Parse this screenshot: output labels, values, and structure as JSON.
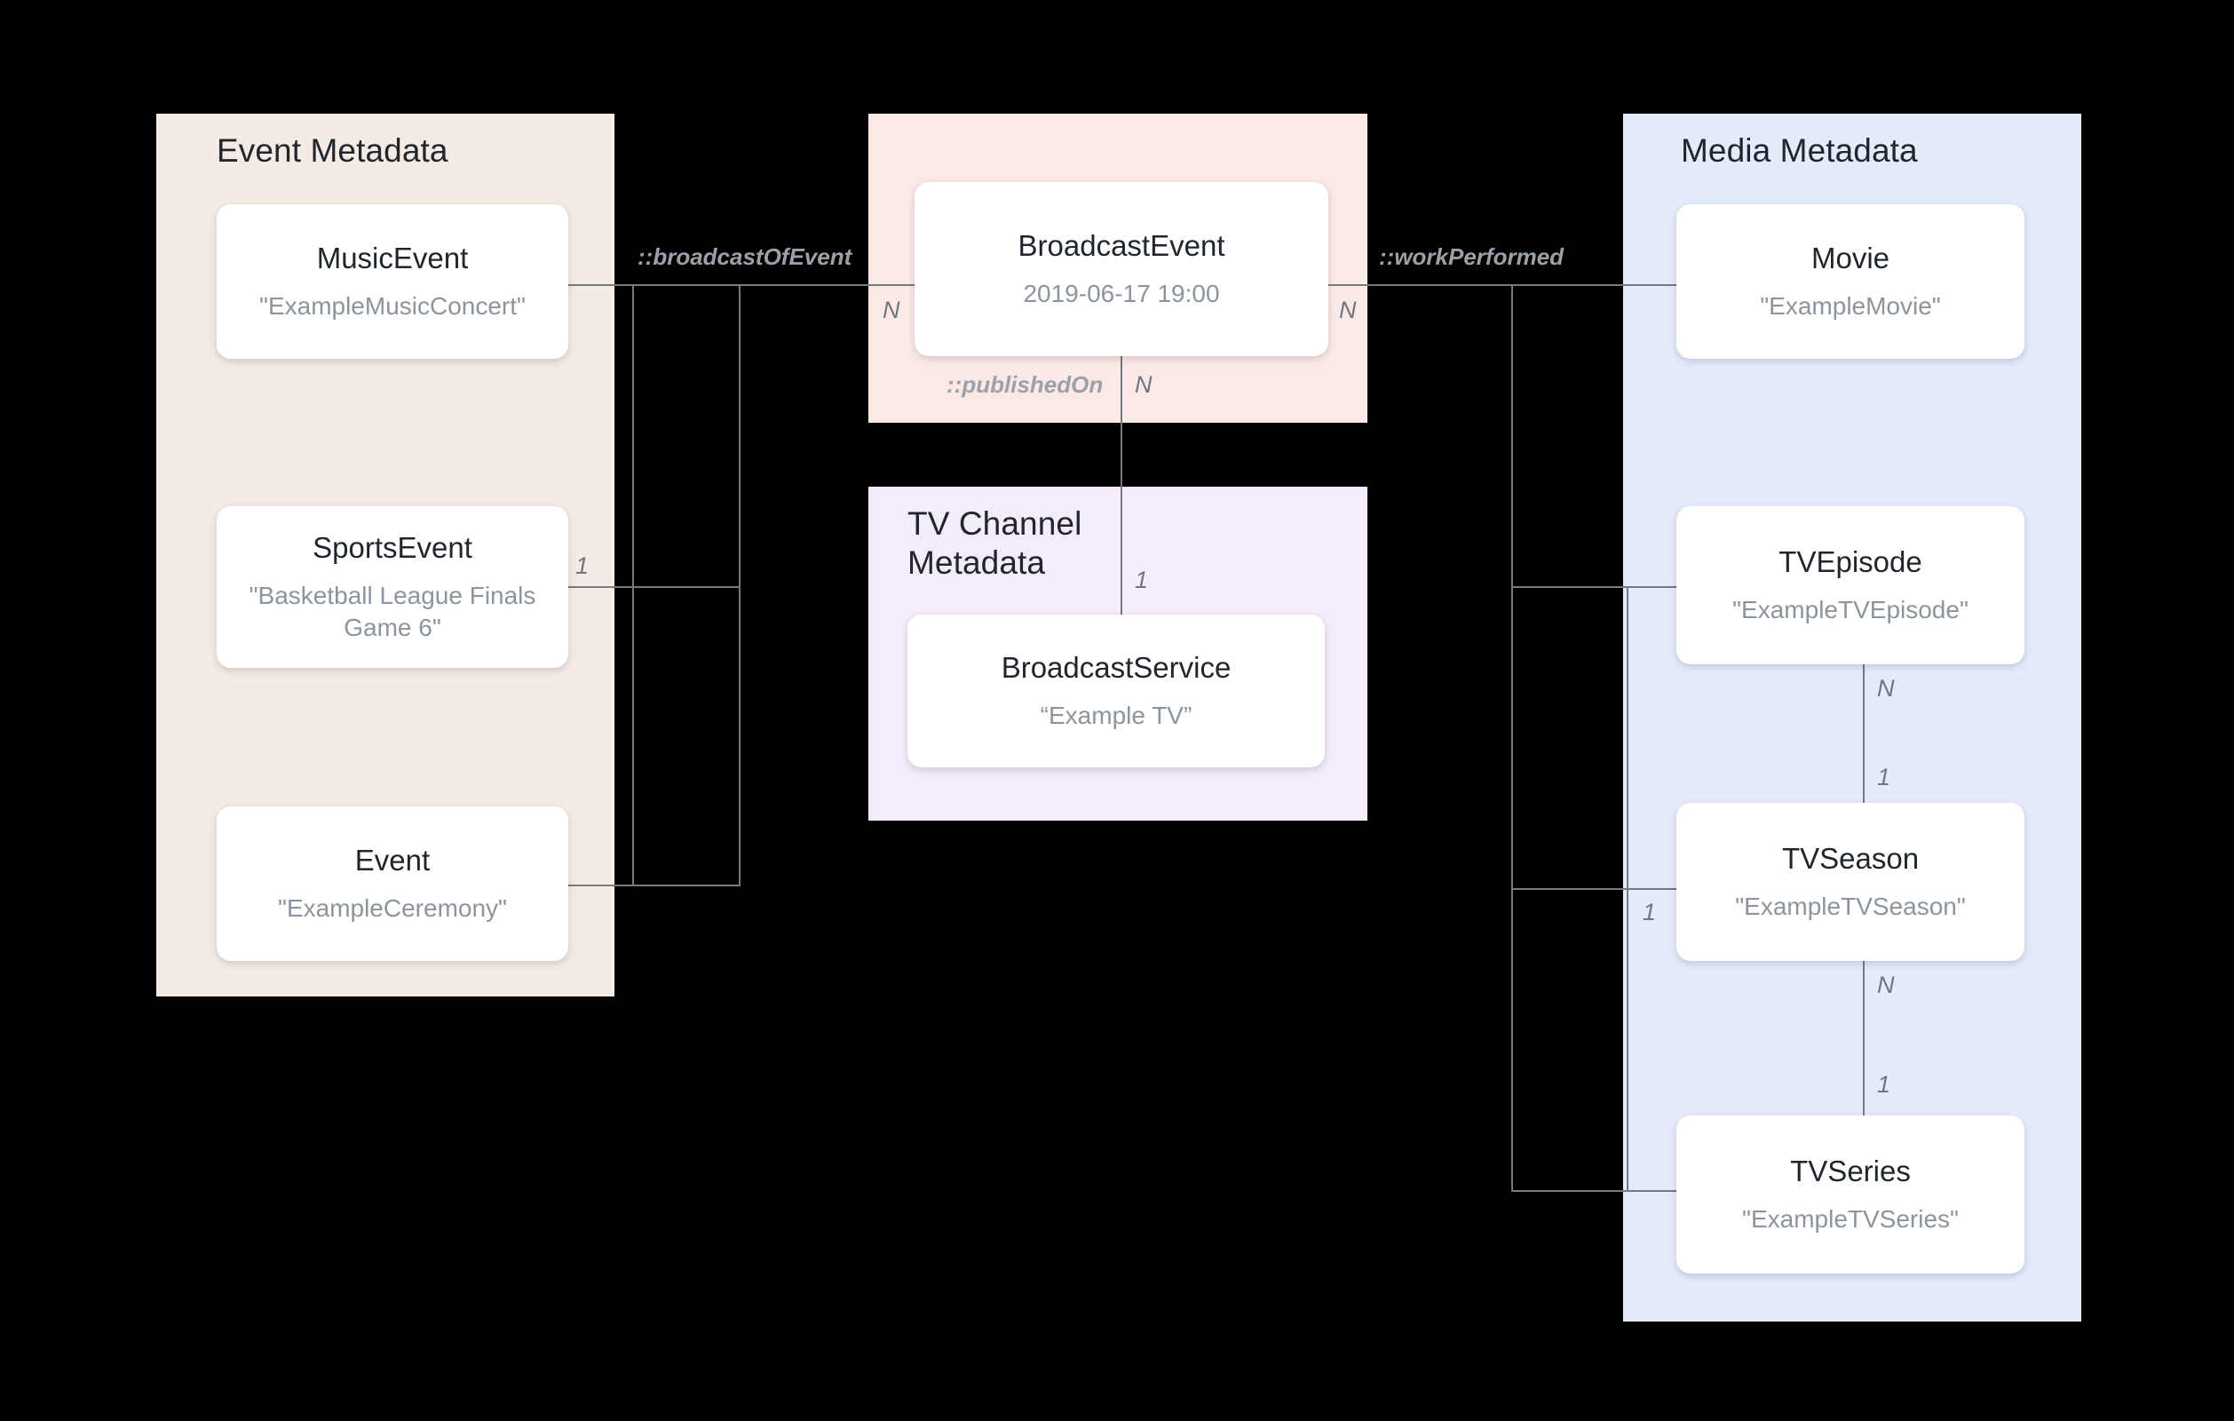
{
  "diagram": {
    "title": "Broadcast / Media Metadata Entity Relationship Diagram",
    "colors": {
      "event_group_bg": "#f5ebe5",
      "broadcast_group_bg": "#fce9e6",
      "tv_group_bg": "#f5ecfb",
      "media_group_bg": "#e4ebfd",
      "card_bg": "#ffffff",
      "connector": "#76797d",
      "type_text": "#20262c",
      "value_text": "#8c949d",
      "label_text": "#9aa1a9",
      "background": "#000000"
    }
  },
  "groups": {
    "event": {
      "title": "Event Metadata",
      "nodes": [
        {
          "type": "MusicEvent",
          "value": "\"ExampleMusicConcert\""
        },
        {
          "type": "SportsEvent",
          "value": "\"Basketball League Finals Game 6\""
        },
        {
          "type": "Event",
          "value": "\"ExampleCeremony\""
        }
      ]
    },
    "broadcast": {
      "title": "",
      "nodes": [
        {
          "type": "BroadcastEvent",
          "value": "2019-06-17 19:00"
        }
      ]
    },
    "tvchannel": {
      "title": "TV Channel\nMetadata",
      "nodes": [
        {
          "type": "BroadcastService",
          "value": "“Example TV”"
        }
      ]
    },
    "media": {
      "title": "Media Metadata",
      "nodes": [
        {
          "type": "Movie",
          "value": "\"ExampleMovie\""
        },
        {
          "type": "TVEpisode",
          "value": "\"ExampleTVEpisode\""
        },
        {
          "type": "TVSeason",
          "value": "\"ExampleTVSeason\""
        },
        {
          "type": "TVSeries",
          "value": "\"ExampleTVSeries\""
        }
      ]
    }
  },
  "relations": [
    {
      "name": "::broadcastOfEvent",
      "from": "Event Metadata",
      "to": "BroadcastEvent",
      "from_multiplicity": "1",
      "to_multiplicity": "N"
    },
    {
      "name": "::workPerformed",
      "from": "BroadcastEvent",
      "to": "Media Metadata",
      "from_multiplicity": "N",
      "to_multiplicity": "1"
    },
    {
      "name": "::publishedOn",
      "from": "BroadcastEvent",
      "to": "BroadcastService",
      "from_multiplicity": "N",
      "to_multiplicity": "1"
    },
    {
      "name": "",
      "from": "TVEpisode",
      "to": "TVSeason",
      "from_multiplicity": "N",
      "to_multiplicity": "1"
    },
    {
      "name": "",
      "from": "TVSeason",
      "to": "TVSeries",
      "from_multiplicity": "N",
      "to_multiplicity": "1"
    }
  ],
  "multiplicity_labels": {
    "broadcast_left_n": "N",
    "broadcast_right_n": "N",
    "broadcast_bottom_n": "N",
    "sports_one": "1",
    "tv_one": "1",
    "episode_n": "N",
    "season_one": "1",
    "season_n": "N",
    "series_one": "1",
    "media_left_one": "1"
  }
}
